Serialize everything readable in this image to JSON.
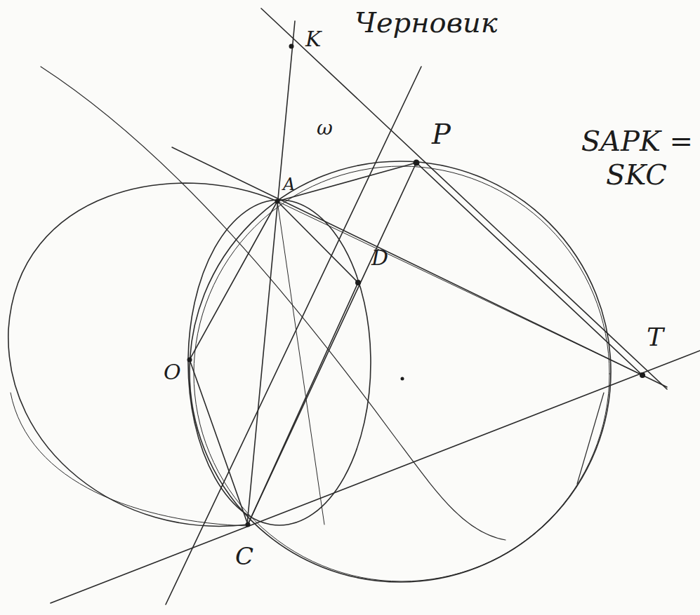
{
  "diagram": {
    "title": "Черновик",
    "labels": [
      "K",
      "ω",
      "P",
      "D",
      "O",
      "C",
      "T",
      "A",
      "SAPK =",
      "SKC"
    ]
  }
}
